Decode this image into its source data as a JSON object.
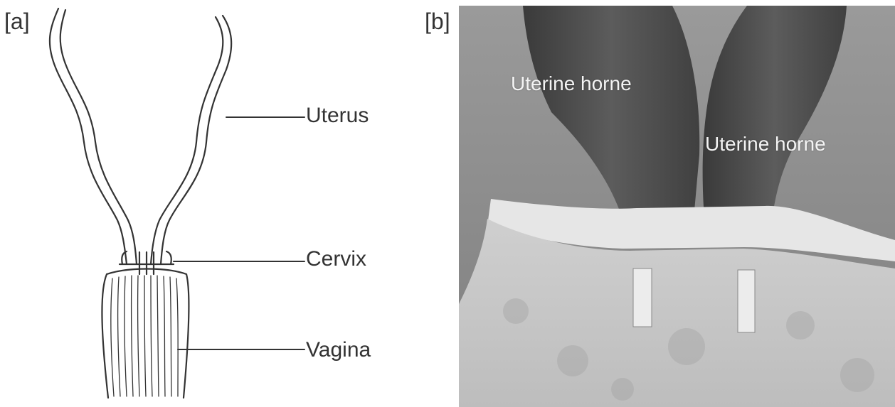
{
  "panel_a": {
    "panel_label": "[a]",
    "labels": {
      "uterus": "Uterus",
      "cervix": "Cervix",
      "vagina": "Vagina"
    }
  },
  "panel_b": {
    "panel_label": "[b]",
    "labels": {
      "horn_left": "Uterine horne",
      "horn_right": "Uterine horne"
    }
  },
  "colors": {
    "line": "#333333",
    "photo_bg": "#8a8a8a",
    "label_on_photo": "#f4f4f4"
  }
}
